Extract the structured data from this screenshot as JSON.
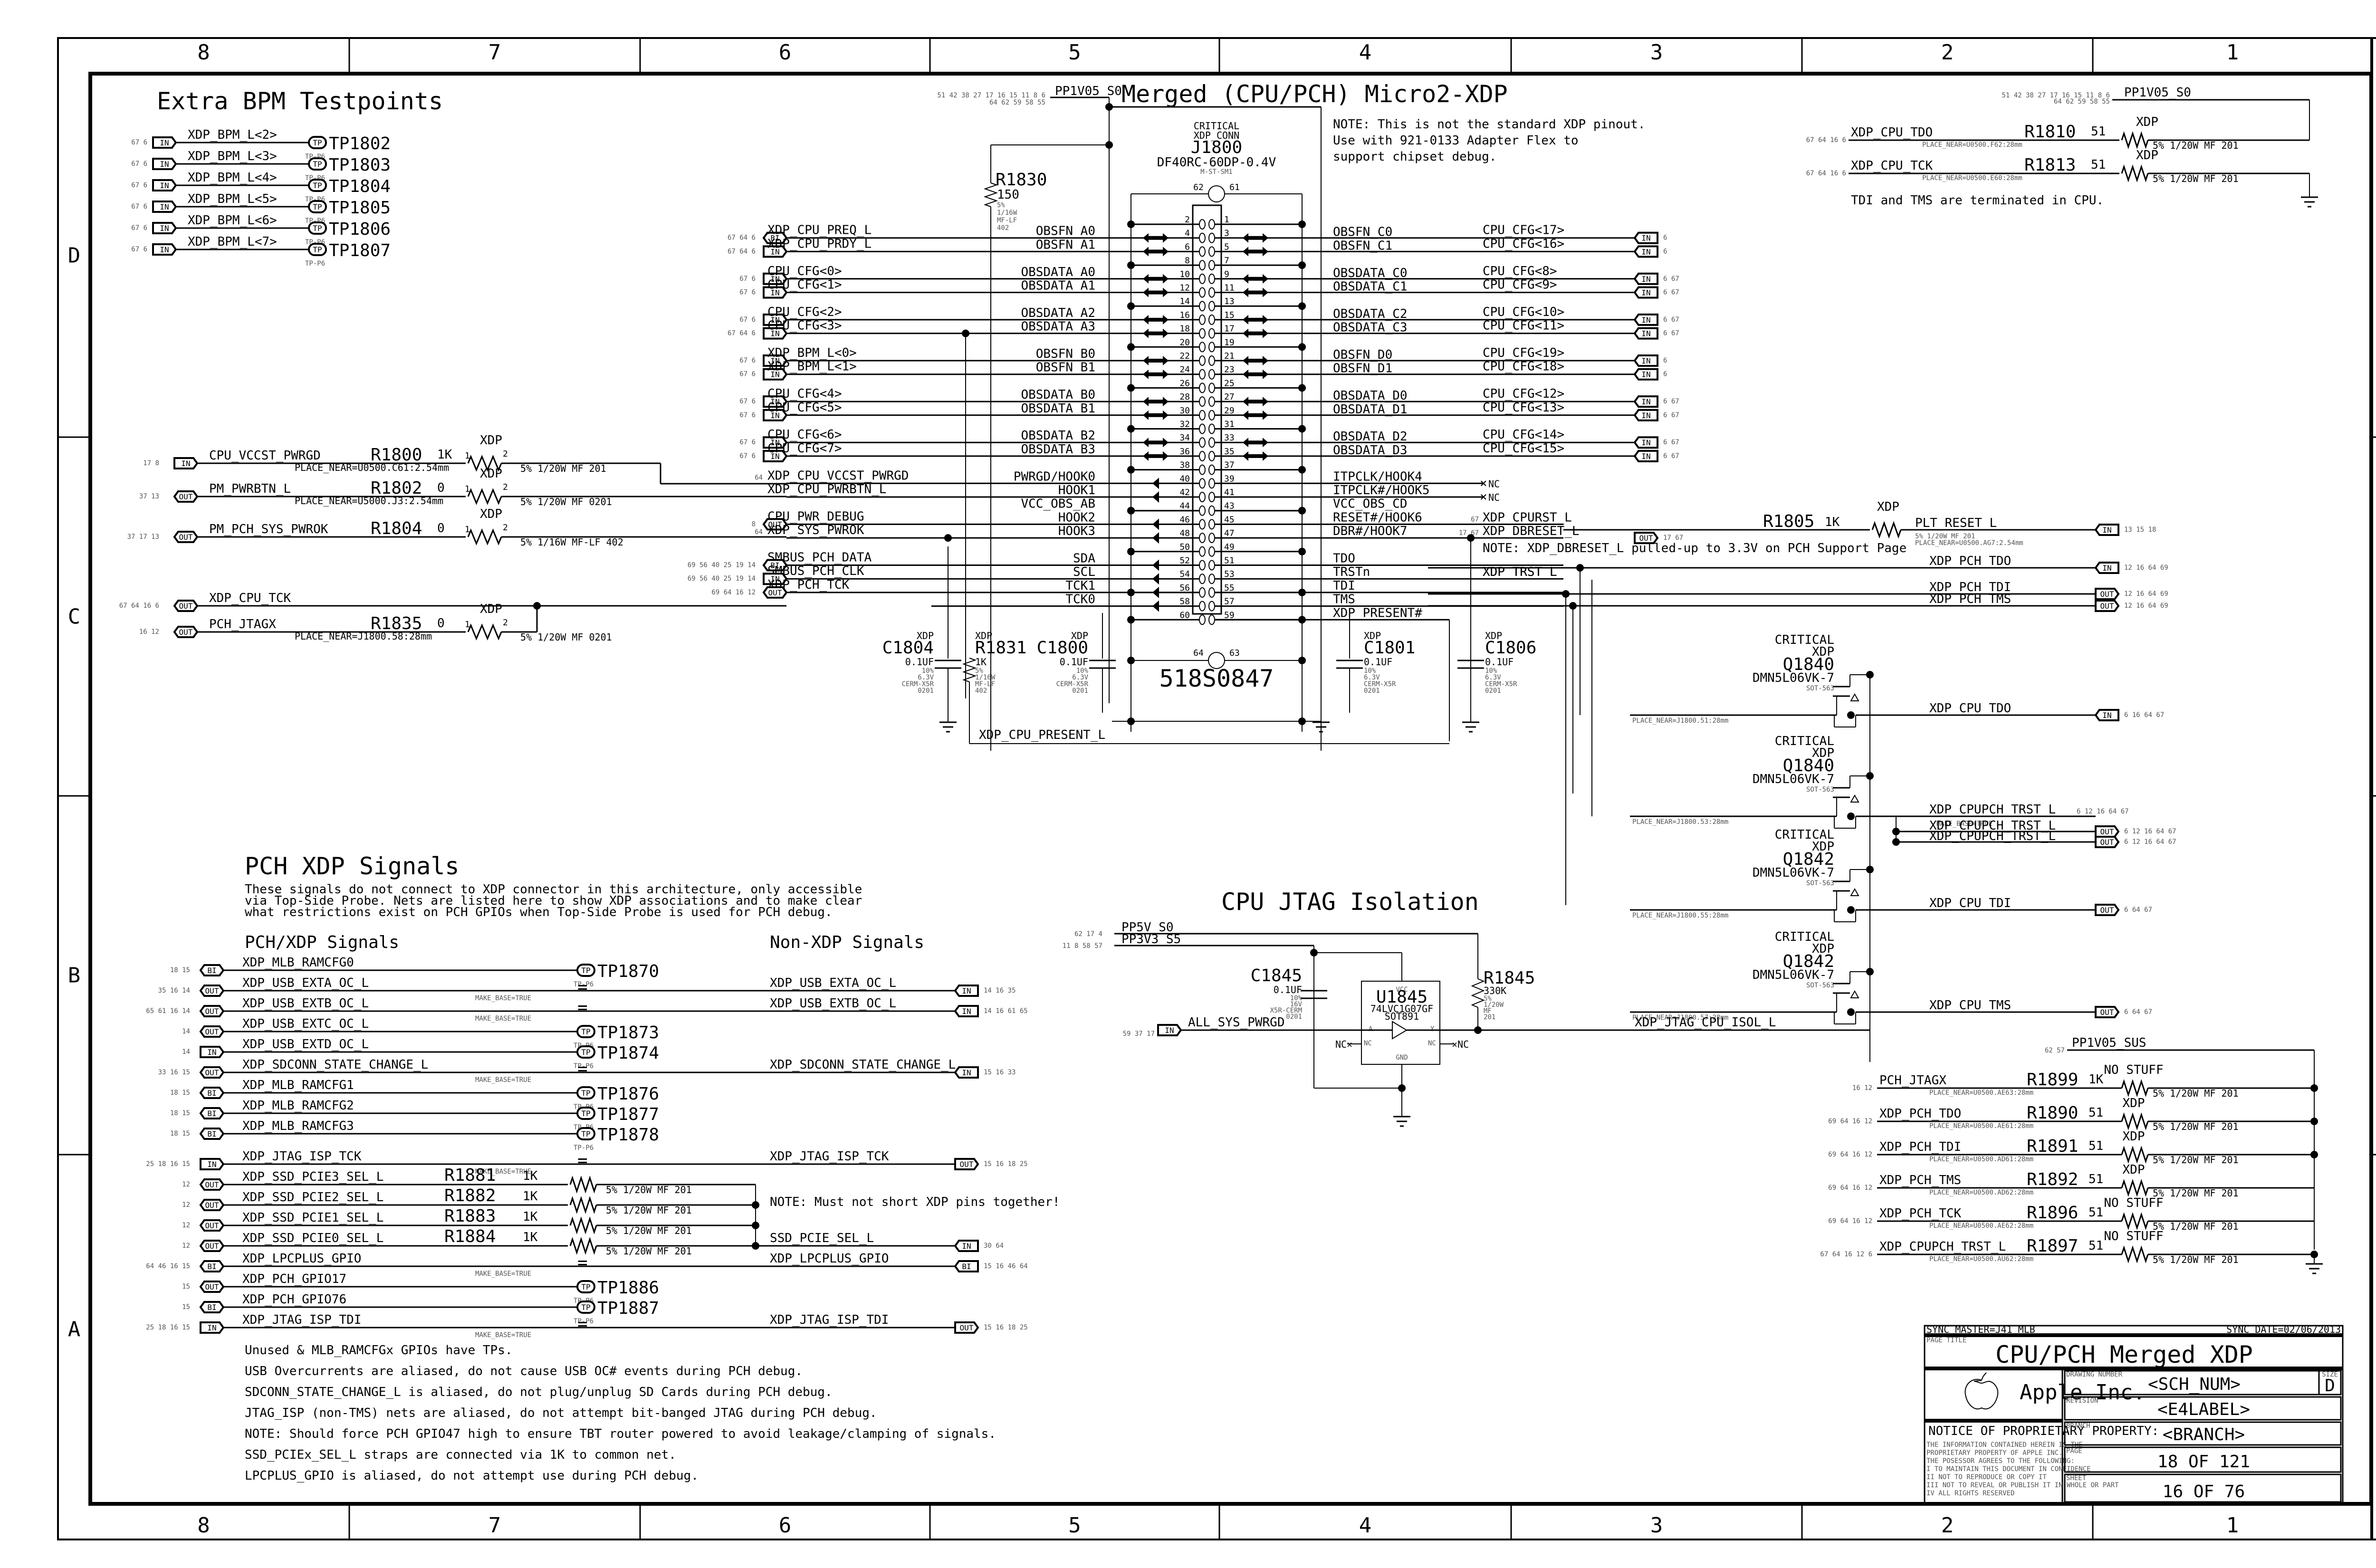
{
  "frame": {
    "col_labels": [
      "8",
      "7",
      "6",
      "5",
      "4",
      "3",
      "2",
      "1"
    ],
    "row_labels": [
      "D",
      "C",
      "B",
      "A"
    ]
  },
  "extra_bpm": {
    "title": "Extra BPM Testpoints",
    "items": [
      {
        "net": "XDP_BPM_L<2>",
        "tp": "TP1802",
        "pages": "67 6",
        "pkg": "TP-P6"
      },
      {
        "net": "XDP_BPM_L<3>",
        "tp": "TP1803",
        "pages": "67 6",
        "pkg": "TP-P6"
      },
      {
        "net": "XDP_BPM_L<4>",
        "tp": "TP1804",
        "pages": "67 6",
        "pkg": "TP-P6"
      },
      {
        "net": "XDP_BPM_L<5>",
        "tp": "TP1805",
        "pages": "67 6",
        "pkg": "TP-P6"
      },
      {
        "net": "XDP_BPM_L<6>",
        "tp": "TP1806",
        "pages": "67 6",
        "pkg": "TP-P6"
      },
      {
        "net": "XDP_BPM_L<7>",
        "tp": "TP1807",
        "pages": "67 6",
        "pkg": "TP-P6"
      }
    ]
  },
  "xdp": {
    "title": "Merged (CPU/PCH) Micro2-XDP",
    "note_lines": [
      "NOTE: This is not the standard XDP pinout.",
      "      Use with 921-0133 Adapter Flex to",
      "      support chipset debug."
    ],
    "rail": {
      "name": "PP1V05_S0",
      "pages1": "51 42 38 27 17 16 15 11 8 6",
      "pages2": "64 62 59 58 55"
    },
    "connector": {
      "crit": "CRITICAL",
      "type": "XDP_CONN",
      "ref": "J1800",
      "part": "DF40RC-60DP-0.4V",
      "sub": "M-ST-SM1",
      "pn": "518S0847",
      "mnt_left": "62",
      "mnt_right": "61",
      "mnt_bl": "64",
      "mnt_br": "63"
    },
    "r1830": {
      "ref": "R1830",
      "val": "150",
      "tol": "5%",
      "pwr": "1/16W",
      "type": "MF-LF",
      "pkg": "402"
    },
    "left_nets": [
      {
        "net": "XDP_CPU_PREQ_L",
        "pin": "OBSFN_A0",
        "dir": "BI",
        "pages": "67 64 6",
        "num": "4"
      },
      {
        "net": "XDP_CPU_PRDY_L",
        "pin": "OBSFN_A1",
        "dir": "IN",
        "pages": "67 64 6",
        "num": "6"
      },
      {
        "net": "CPU_CFG<0>",
        "pin": "OBSDATA_A0",
        "dir": "IN",
        "pages": "67 6",
        "num": "10"
      },
      {
        "net": "CPU_CFG<1>",
        "pin": "OBSDATA_A1",
        "dir": "IN",
        "pages": "67 6",
        "num": "12"
      },
      {
        "net": "CPU_CFG<2>",
        "pin": "OBSDATA_A2",
        "dir": "IN",
        "pages": "67 6",
        "num": "16"
      },
      {
        "net": "CPU_CFG<3>",
        "pin": "OBSDATA_A3",
        "dir": "IN",
        "pages": "67 64 6",
        "num": "18"
      },
      {
        "net": "XDP_BPM_L<0>",
        "pin": "OBSFN_B0",
        "dir": "IN",
        "pages": "67 6",
        "num": "22"
      },
      {
        "net": "XDP_BPM_L<1>",
        "pin": "OBSFN_B1",
        "dir": "IN",
        "pages": "67 6",
        "num": "24"
      },
      {
        "net": "CPU_CFG<4>",
        "pin": "OBSDATA_B0",
        "dir": "IN",
        "pages": "67 6",
        "num": "28"
      },
      {
        "net": "CPU_CFG<5>",
        "pin": "OBSDATA_B1",
        "dir": "IN",
        "pages": "67 6",
        "num": "30"
      },
      {
        "net": "CPU_CFG<6>",
        "pin": "OBSDATA_B2",
        "dir": "IN",
        "pages": "67 6",
        "num": "34"
      },
      {
        "net": "CPU_CFG<7>",
        "pin": "OBSDATA_B3",
        "dir": "IN",
        "pages": "67 6",
        "num": "36"
      }
    ],
    "left_lower": [
      {
        "net": "XDP_CPU_VCCST_PWRGD",
        "pin": "PWRGD/HOOK0",
        "pages": "64",
        "num": "40"
      },
      {
        "net": "XDP_CPU_PWRBTN_L",
        "pin": "HOOK1",
        "pages": "",
        "num": "42"
      },
      {
        "net": "",
        "pin": "VCC_OBS_AB",
        "pages": "",
        "num": "44"
      },
      {
        "net": "CPU_PWR_DEBUG",
        "pin": "HOOK2",
        "dir": "OUT",
        "pages": "8",
        "num": "46"
      },
      {
        "net": "XDP_SYS_PWROK",
        "pin": "HOOK3",
        "pages": "64",
        "num": "48"
      },
      {
        "net": "SMBUS_PCH_DATA",
        "pin": "SDA",
        "dir": "BI",
        "pages": "69 56 40 25 19 14",
        "num": "52"
      },
      {
        "net": "SMBUS_PCH_CLK",
        "pin": "SCL",
        "dir": "IN",
        "pages": "69 56 40 25 19 14",
        "num": "54"
      },
      {
        "net": "XDP_PCH_TCK",
        "pin": "TCK1",
        "dir": "OUT",
        "pages": "69 64 16 12",
        "num": "56"
      },
      {
        "net": "",
        "pin": "TCK0",
        "pages": "",
        "num": "58"
      }
    ],
    "right_nets": [
      {
        "pin": "OBSFN_C0",
        "net": "CPU_CFG<17>",
        "pages": "6",
        "num": "3"
      },
      {
        "pin": "OBSFN_C1",
        "net": "CPU_CFG<16>",
        "pages": "6",
        "num": "5"
      },
      {
        "pin": "OBSDATA_C0",
        "net": "CPU_CFG<8>",
        "pages": "6 67",
        "num": "9"
      },
      {
        "pin": "OBSDATA_C1",
        "net": "CPU_CFG<9>",
        "pages": "6 67",
        "num": "11"
      },
      {
        "pin": "OBSDATA_C2",
        "net": "CPU_CFG<10>",
        "pages": "6 67",
        "num": "15"
      },
      {
        "pin": "OBSDATA_C3",
        "net": "CPU_CFG<11>",
        "pages": "6 67",
        "num": "17"
      },
      {
        "pin": "OBSFN_D0",
        "net": "CPU_CFG<19>",
        "pages": "6",
        "num": "21"
      },
      {
        "pin": "OBSFN_D1",
        "net": "CPU_CFG<18>",
        "pages": "6",
        "num": "23"
      },
      {
        "pin": "OBSDATA_D0",
        "net": "CPU_CFG<12>",
        "pages": "6 67",
        "num": "27"
      },
      {
        "pin": "OBSDATA_D1",
        "net": "CPU_CFG<13>",
        "pages": "6 67",
        "num": "29"
      },
      {
        "pin": "OBSDATA_D2",
        "net": "CPU_CFG<14>",
        "pages": "6 67",
        "num": "33"
      },
      {
        "pin": "OBSDATA_D3",
        "net": "CPU_CFG<15>",
        "pages": "6 67",
        "num": "35"
      }
    ],
    "right_lower": [
      {
        "pin": "ITPCLK/HOOK4",
        "net": "NC",
        "num": "39"
      },
      {
        "pin": "ITPCLK#/HOOK5",
        "net": "NC",
        "num": "41"
      },
      {
        "pin": "VCC_OBS_CD",
        "net": "",
        "num": "43"
      },
      {
        "pin": "RESET#/HOOK6",
        "net": "XDP_CPURST_L",
        "pages": "67",
        "num": "45"
      },
      {
        "pin": "DBR#/HOOK7",
        "net": "XDP_DBRESET_L",
        "pages": "17 67",
        "num": "47"
      },
      {
        "pin": "TDO",
        "net": "",
        "num": "51"
      },
      {
        "pin": "TRSTn",
        "net": "XDP_TRST_L",
        "num": "53"
      },
      {
        "pin": "TDI",
        "net": "",
        "num": "55"
      },
      {
        "pin": "TMS",
        "net": "",
        "num": "57"
      },
      {
        "pin": "XDP_PRESENT#",
        "net": "",
        "num": "59"
      }
    ],
    "dbreset_note": "NOTE: XDP_DBRESET_L pulled-up to 3.3V on PCH Support Page",
    "present_net": "XDP_CPU_PRESENT_L",
    "caps": [
      {
        "grp": "XDP",
        "ref": "C1804",
        "val": "0.1UF",
        "tol": "10%",
        "v": "6.3V",
        "die": "CERM-X5R",
        "pkg": "0201"
      },
      {
        "grp": "XDP",
        "ref": "C1800",
        "val": "0.1UF",
        "tol": "10%",
        "v": "6.3V",
        "die": "CERM-X5R",
        "pkg": "0201"
      },
      {
        "grp": "XDP",
        "ref": "C1801",
        "val": "0.1UF",
        "tol": "10%",
        "v": "6.3V",
        "die": "CERM-X5R",
        "pkg": "0201"
      },
      {
        "grp": "XDP",
        "ref": "C1806",
        "val": "0.1UF",
        "tol": "10%",
        "v": "6.3V",
        "die": "CERM-X5R",
        "pkg": "0201"
      }
    ],
    "r1831": {
      "grp": "XDP",
      "ref": "R1831",
      "val": "1K",
      "tol": "5%",
      "pwr": "1/16W",
      "type": "MF-LF",
      "pkg": "402"
    }
  },
  "left_resistors": [
    {
      "net": "CPU_VCCST_PWRGD",
      "dir": "IN",
      "pages": "17 8",
      "ref": "R1800",
      "val": "1K",
      "grp": "XDP",
      "spec": "5%  1/20W   MF   201",
      "place": "PLACE_NEAR=U0500.C61:2.54mm"
    },
    {
      "net": "PM_PWRBTN_L",
      "dir": "OUT",
      "pages": "37 13",
      "ref": "R1802",
      "val": "0",
      "grp": "XDP",
      "spec": "5%  1/20W   MF  0201",
      "place": "PLACE_NEAR=U5000.J3:2.54mm"
    },
    {
      "net": "PM_PCH_SYS_PWROK",
      "dir": "OUT",
      "pages": "37 17 13",
      "ref": "R1804",
      "val": "0",
      "grp": "XDP",
      "spec": "5%  1/16W MF-LF 402",
      "place": ""
    },
    {
      "net": "XDP_CPU_TCK",
      "dir": "OUT",
      "pages": "67 64 16 6",
      "ref": "",
      "val": "",
      "grp": "",
      "spec": "",
      "place": ""
    },
    {
      "net": "PCH_JTAGX",
      "dir": "OUT",
      "pages": "16 12",
      "ref": "R1835",
      "val": "0",
      "grp": "XDP",
      "spec": "5%  1/20W   MF  0201",
      "place": "PLACE_NEAR=J1800.58:28mm"
    }
  ],
  "top_right": {
    "rail": {
      "name": "PP1V05_S0",
      "pages1": "51 42 38 27 17 16 15 11 8 6",
      "pages2": "64 62 59 58 55"
    },
    "rows": [
      {
        "net": "XDP_CPU_TDO",
        "pages": "67 64 16 6",
        "ref": "R1810",
        "val": "51",
        "grp": "XDP",
        "place": "PLACE_NEAR=U0500.F62:28mm",
        "spec": "5%  1/20W  MF   201"
      },
      {
        "net": "XDP_CPU_TCK",
        "pages": "67 64 16 6",
        "ref": "R1813",
        "val": "51",
        "grp": "XDP",
        "place": "PLACE_NEAR=U0500.E60:28mm",
        "spec": "5%  1/20W  MF   201"
      }
    ],
    "note": "TDI and TMS are terminated in CPU."
  },
  "r1805": {
    "ref": "R1805",
    "val": "1K",
    "grp": "XDP",
    "net": "PLT_RESET_L",
    "dir": "IN",
    "pages": "13 15 18",
    "spec": "5%  1/20W  MF  201",
    "place": "PLACE_NEAR=U0500.AG7:2.54mm"
  },
  "pch_jtag_out": [
    {
      "net": "XDP_PCH_TDO",
      "dir": "IN",
      "pages": "12 16 64 69"
    },
    {
      "net": "XDP_PCH_TDI",
      "dir": "OUT",
      "pages": "12 16 64 69"
    },
    {
      "net": "XDP_PCH_TMS",
      "dir": "OUT",
      "pages": "12 16 64 69"
    }
  ],
  "fets": [
    {
      "crit": "CRITICAL",
      "grp": "XDP",
      "ref": "Q1840",
      "part": "DMN5L06VK-7",
      "pkg": "SOT-563",
      "place": "PLACE_NEAR=J1800.51:28mm",
      "net": "XDP_CPU_TDO",
      "dir": "IN",
      "pages": "6 16 64 67"
    },
    {
      "crit": "CRITICAL",
      "grp": "XDP",
      "ref": "Q1840",
      "part": "DMN5L06VK-7",
      "pkg": "SOT-563",
      "place": "PLACE_NEAR=J1800.53:28mm",
      "net": "XDP_CPUPCH_TRST_L",
      "dir": "",
      "pages": "6 12 16 64 67"
    },
    {
      "crit": "CRITICAL",
      "grp": "XDP",
      "ref": "Q1842",
      "part": "DMN5L06VK-7",
      "pkg": "SOT-563",
      "place": "PLACE_NEAR=J1800.55:28mm",
      "net": "XDP_CPU_TDI",
      "dir": "OUT",
      "pages": "6 64 67"
    },
    {
      "crit": "CRITICAL",
      "grp": "XDP",
      "ref": "Q1842",
      "part": "DMN5L06VK-7",
      "pkg": "SOT-563",
      "place": "PLACE_NEAR=J1800.57:28mm",
      "net": "XDP_CPU_TMS",
      "dir": "OUT",
      "pages": "6 64 67"
    }
  ],
  "trst_extra": {
    "mb": "MAKE_BASE=TRUE",
    "net": "XDP_CPUPCH_TRST_L",
    "pages": "6 12 16 64 67"
  },
  "isol": {
    "title": "CPU JTAG Isolation",
    "rail5": {
      "name": "PP5V_S0",
      "pages": "62 17 4"
    },
    "rail33": {
      "name": "PP3V3_S5",
      "pages": "11 8 58 57"
    },
    "c": {
      "ref": "C1845",
      "val": "0.1UF",
      "tol": "10%",
      "v": "16V",
      "die": "X5R-CERM",
      "pkg": "0201"
    },
    "u": {
      "vcc": "VCC",
      "ref": "U1845",
      "part": "74LVC1G07GF",
      "pkg": "SOT891",
      "gnd": "GND",
      "a": "A",
      "y": "Y",
      "nc": "NC"
    },
    "r": {
      "ref": "R1845",
      "val": "330K",
      "tol": "5%",
      "pwr": "1/20W",
      "type": "MF",
      "pkg": "201"
    },
    "in_net": "ALL_SYS_PWRGD",
    "in_pages": "59 37 17",
    "out_net": "XDP_JTAG_CPU_ISOL_L"
  },
  "pch_term": {
    "rail": {
      "name": "PP1V05_SUS",
      "pages": "62 57"
    },
    "rows": [
      {
        "net": "PCH_JTAGX",
        "pages": "16 12",
        "ref": "R1899",
        "val": "1K",
        "grp": "NO STUFF",
        "place": "PLACE_NEAR=U0500.AE63:28mm"
      },
      {
        "net": "XDP_PCH_TDO",
        "pages": "69 64 16 12",
        "ref": "R1890",
        "val": "51",
        "grp": "XDP",
        "place": "PLACE_NEAR=U0500.AE61:28mm"
      },
      {
        "net": "XDP_PCH_TDI",
        "pages": "69 64 16 12",
        "ref": "R1891",
        "val": "51",
        "grp": "XDP",
        "place": "PLACE_NEAR=U0500.AD61:28mm"
      },
      {
        "net": "XDP_PCH_TMS",
        "pages": "69 64 16 12",
        "ref": "R1892",
        "val": "51",
        "grp": "XDP",
        "place": "PLACE_NEAR=U0500.AD62:28mm"
      },
      {
        "net": "XDP_PCH_TCK",
        "pages": "69 64 16 12",
        "ref": "R1896",
        "val": "51",
        "grp": "NO STUFF",
        "place": "PLACE_NEAR=U0500.AE62:28mm"
      },
      {
        "net": "XDP_CPUPCH_TRST_L",
        "pages": "67 64 16 12 6",
        "ref": "R1897",
        "val": "51",
        "grp": "NO STUFF",
        "place": "PLACE_NEAR=U0500.AU62:28mm"
      }
    ],
    "spec": "5%  1/20W  MF   201"
  },
  "pch_signals": {
    "title": "PCH XDP Signals",
    "desc": [
      "These signals do not connect to XDP connector in this architecture, only accessible",
      "via Top-Side Probe.  Nets are listed here to show XDP associations and to make clear",
      "what restrictions exist on PCH GPIOs when Top-Side Probe is used for PCH debug."
    ],
    "col_left": "PCH/XDP Signals",
    "col_right": "Non-XDP Signals",
    "make_base": "MAKE_BASE=TRUE",
    "rows": [
      {
        "net": "XDP_MLB_RAMCFG0",
        "dir": "BI",
        "pages": "18 15",
        "tp": "TP1870"
      },
      {
        "net": "XDP_USB_EXTA_OC_L",
        "dir": "OUT",
        "pages": "35 16 14",
        "alias": "XDP_USB_EXTA_OC_L",
        "adir": "IN",
        "apages": "14 16 35"
      },
      {
        "net": "XDP_USB_EXTB_OC_L",
        "dir": "OUT",
        "pages": "65 61 16 14",
        "alias": "XDP_USB_EXTB_OC_L",
        "adir": "IN",
        "apages": "14 16 61 65"
      },
      {
        "net": "XDP_USB_EXTC_OC_L",
        "dir": "OUT",
        "pages": "14",
        "tp": "TP1873"
      },
      {
        "net": "XDP_USB_EXTD_OC_L",
        "dir": "IN",
        "pages": "14",
        "tp": "TP1874"
      },
      {
        "net": "XDP_SDCONN_STATE_CHANGE_L",
        "dir": "OUT",
        "pages": "33 16 15",
        "alias": "XDP_SDCONN_STATE_CHANGE_L",
        "adir": "IN",
        "apages": "15 16 33"
      },
      {
        "net": "XDP_MLB_RAMCFG1",
        "dir": "BI",
        "pages": "18 15",
        "tp": "TP1876"
      },
      {
        "net": "XDP_MLB_RAMCFG2",
        "dir": "BI",
        "pages": "18 15",
        "tp": "TP1877"
      },
      {
        "net": "XDP_MLB_RAMCFG3",
        "dir": "BI",
        "pages": "18 15",
        "tp": "TP1878"
      },
      {
        "net": "XDP_JTAG_ISP_TCK",
        "dir": "IN",
        "pages": "25 18 16 15",
        "alias": "XDP_JTAG_ISP_TCK",
        "adir": "OUT",
        "apages": "15 16 18 25"
      },
      {
        "net": "XDP_SSD_PCIE3_SEL_L",
        "dir": "OUT",
        "pages": "12",
        "res": "R1881"
      },
      {
        "net": "XDP_SSD_PCIE2_SEL_L",
        "dir": "OUT",
        "pages": "12",
        "res": "R1882"
      },
      {
        "net": "XDP_SSD_PCIE1_SEL_L",
        "dir": "OUT",
        "pages": "12",
        "res": "R1883"
      },
      {
        "net": "XDP_SSD_PCIE0_SEL_L",
        "dir": "OUT",
        "pages": "12",
        "res": "R1884",
        "alias": "SSD_PCIE_SEL_L",
        "adir": "IN",
        "apages": "30 64"
      },
      {
        "net": "XDP_LPCPLUS_GPIO",
        "dir": "BI",
        "pages": "64 46 16 15",
        "alias": "XDP_LPCPLUS_GPIO",
        "adir": "BI",
        "apages": "15 16 46 64"
      },
      {
        "net": "XDP_PCH_GPIO17",
        "dir": "OUT",
        "pages": "15",
        "tp": "TP1886"
      },
      {
        "net": "XDP_PCH_GPIO76",
        "dir": "BI",
        "pages": "15",
        "tp": "TP1887"
      },
      {
        "net": "XDP_JTAG_ISP_TDI",
        "dir": "IN",
        "pages": "25 18 16 15",
        "alias": "XDP_JTAG_ISP_TDI",
        "adir": "OUT",
        "apages": "15 16 18 25"
      }
    ],
    "res_val": "1K",
    "res_spec": "5%  1/20W  MF   201",
    "short_note": "NOTE: Must not short XDP pins together!",
    "tp_pkg": "TP-P6",
    "notes": [
      "Unused & MLB_RAMCFGx GPIOs have TPs.",
      "USB Overcurrents are aliased, do not cause USB OC# events during PCH debug.",
      "SDCONN_STATE_CHANGE_L is aliased, do not plug/unplug SD Cards during PCH debug.",
      "JTAG_ISP (non-TMS) nets are aliased, do not attempt bit-banged JTAG during PCH debug.",
      "NOTE: Should force PCH GPIO47 high to ensure TBT router powered to avoid leakage/clamping of signals.",
      "SSD_PCIEx_SEL_L straps are connected via 1K to common net.",
      "LPCPLUS_GPIO is aliased, do not attempt use during PCH debug."
    ]
  },
  "title_block": {
    "sync_master": "SYNC_MASTER=J41_MLB",
    "sync_date": "SYNC_DATE=02/06/2013",
    "page_title_lbl": "PAGE TITLE",
    "page_title": "CPU/PCH Merged XDP",
    "company": "Apple Inc.",
    "drawing_lbl": "DRAWING NUMBER",
    "drawing": "<SCH_NUM>",
    "size_lbl": "SIZE",
    "size": "D",
    "rev_lbl": "REVISION",
    "rev": "<E4LABEL>",
    "branch_lbl": "BRANCH",
    "branch": "<BRANCH>",
    "page_lbl": "PAGE",
    "page": "18 OF 121",
    "sheet_lbl": "SHEET",
    "sheet": "16 OF 76",
    "notice_title": "NOTICE OF PROPRIETARY PROPERTY:",
    "notice_lines": [
      "THE INFORMATION CONTAINED HEREIN IS THE",
      "PROPRIETARY PROPERTY OF APPLE INC.",
      "THE POSESSOR AGREES TO THE FOLLOWING:",
      " I TO MAINTAIN THIS DOCUMENT IN CONFIDENCE",
      "II NOT TO REPRODUCE OR COPY IT",
      "III NOT TO REVEAL OR PUBLISH IT IN WHOLE OR PART",
      "IV ALL RIGHTS RESERVED"
    ]
  }
}
